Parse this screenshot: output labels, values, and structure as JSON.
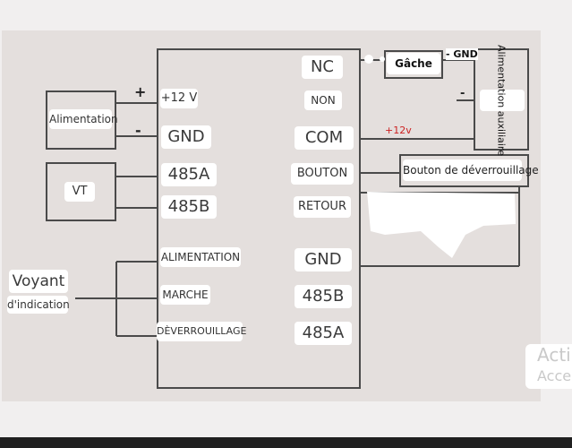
{
  "diagram": {
    "left_blocks": {
      "alimentation": "Alimentation",
      "vt": "VT",
      "voyant": "Voyant",
      "indication": "d'indication"
    },
    "polarity": {
      "plus": "+",
      "minus": "-"
    },
    "main_left_terminals": {
      "plus12v": "+12 V",
      "gnd": "GND",
      "a485": "485A",
      "b485": "485B",
      "alimentation": "ALIMENTATION",
      "marche": "MARCHE",
      "deverrouillage": "DÈVERROUILLAGE"
    },
    "main_right_terminals": {
      "nc": "NC",
      "non": "NON",
      "com": "COM",
      "bouton": "BOUTON",
      "retour": "RETOUR",
      "gnd": "GND",
      "b485": "485B",
      "a485": "485A"
    },
    "right_blocks": {
      "gache": "Gâche",
      "gnd_label": "- GND",
      "alim_aux": "Alimentation auxiliaire",
      "aux_minus": "-",
      "plus12v": "+12v",
      "bouton_deverrouillage": "Bouton de déverrouillage"
    },
    "colors": {
      "red_label": "#cc2222"
    }
  },
  "watermark": {
    "line1": "Acti",
    "line2": "Acce"
  }
}
